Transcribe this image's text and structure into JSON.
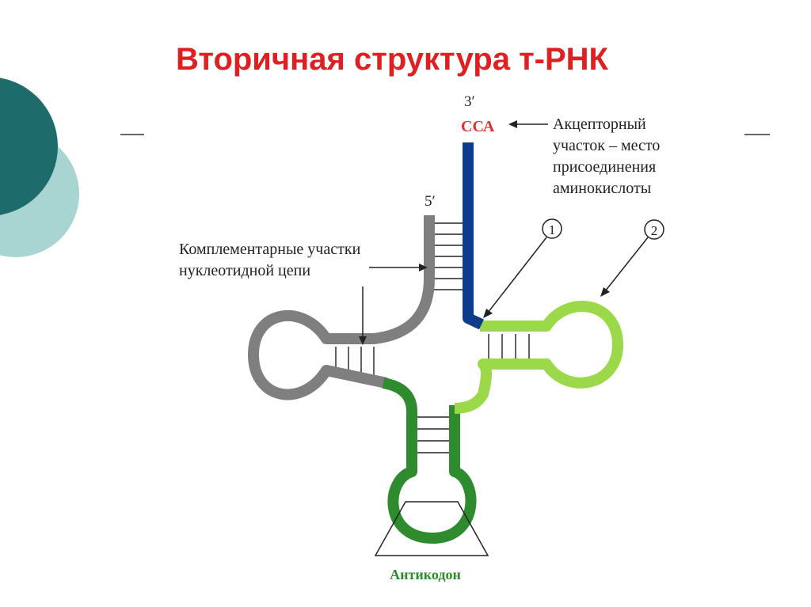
{
  "slide": {
    "title": "Вторичная структура т-РНК",
    "title_color": "#e02020"
  },
  "diagram": {
    "label_3prime": "3′",
    "label_5prime": "5′",
    "label_cca": "ССА",
    "cca_color": "#e03030",
    "acceptor_lines": [
      "Акцепторный",
      "участок – место",
      "присоединения",
      "аминокислоты"
    ],
    "complementary_lines": [
      "Комплементарные участки",
      "нуклеотидной цепи"
    ],
    "callout_1": "1",
    "callout_2": "2",
    "anticodon_label": "Антикодон",
    "anticodon_color": "#2e8b2e",
    "colors": {
      "acceptor_stem": "#0d3d8a",
      "d_arm": "#7f7f7f",
      "anticodon_arm": "#2e8b2e",
      "t_arm": "#9bd94a",
      "teal_dark": "#1e6b6b",
      "teal_light": "#a8d4d2"
    }
  }
}
